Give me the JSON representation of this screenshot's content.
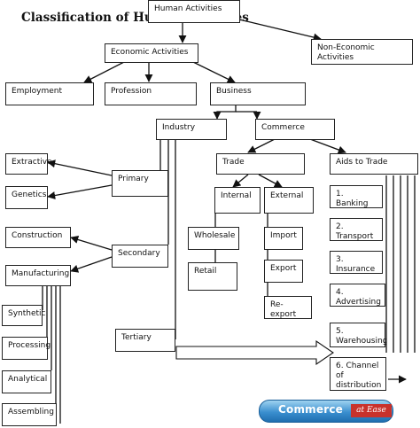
{
  "title": "Classification of Human Activities",
  "nodes": {
    "human": "Human Activities",
    "economic": "Economic Activities",
    "noneconomic": "Non-Economic Activities",
    "employment": "Employment",
    "profession": "Profession",
    "business": "Business",
    "industry": "Industry",
    "commerce": "Commerce",
    "trade": "Trade",
    "aids": "Aids to Trade",
    "internal": "Internal",
    "external": "External",
    "wholesale": "Wholesale",
    "retail": "Retail",
    "import": "Import",
    "export": "Export",
    "reexport": "Re-export",
    "banking": "1. Banking",
    "transport": "2. Transport",
    "insurance": "3. Insurance",
    "advertising": "4. Advertising",
    "warehousing": "5. Warehousing",
    "channel": "6. Channel of distribution",
    "primary": "Primary",
    "secondary": "Secondary",
    "tertiary": "Tertiary",
    "extractive": "Extractive",
    "genetics": "Genetics",
    "construction": "Construction",
    "manufacturing": "Manufacturing",
    "synthetic": "Synthetic",
    "processing": "Processing",
    "analytical": "Analytical",
    "assembling": "Assembling"
  },
  "logo": {
    "brand": "Commerce",
    "tagline": "at Ease"
  }
}
